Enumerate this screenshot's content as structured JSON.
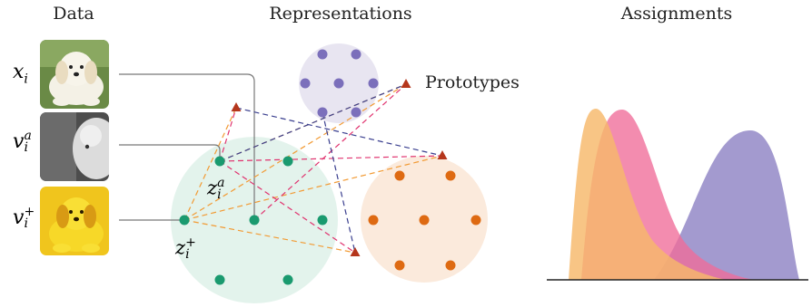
{
  "headings": {
    "data": "Data",
    "representations": "Representations",
    "assignments": "Assignments"
  },
  "data_column": {
    "rows": [
      {
        "base": "x",
        "sub": "i",
        "sup": "",
        "image": "dog-photo-original"
      },
      {
        "base": "v",
        "sub": "i",
        "sup": "a",
        "image": "dog-photo-grayscale-crop"
      },
      {
        "base": "v",
        "sub": "i",
        "sup": "+",
        "image": "dog-photo-yellow-tint"
      }
    ]
  },
  "representation_labels": {
    "z_anchor": {
      "base": "z",
      "sub": "i",
      "sup": "a"
    },
    "z_positive": {
      "base": "z",
      "sub": "i",
      "sup": "+"
    }
  },
  "legend": {
    "prototypes_label": "Prototypes",
    "marker_icon": "triangle-icon"
  },
  "colors": {
    "purple_cluster": "#e8e5f1",
    "purple_point": "#7b6fbb",
    "green_cluster": "#e3f3ec",
    "green_point": "#1a9a6f",
    "orange_cluster": "#fbeadc",
    "orange_point": "#de6a12",
    "prototype": "#b5361c",
    "link_orange": "#f29a33",
    "link_pink": "#e0326e",
    "link_navy": "#3a3f8f",
    "connector": "#777777",
    "dist_orange": "#f7b86a",
    "dist_pink": "#f06b99",
    "dist_purple": "#8f84c4"
  },
  "distributions": [
    {
      "name": "orange",
      "shape": "skewed-left peak",
      "peak_position": 0.19,
      "relative_height": 0.92
    },
    {
      "name": "pink",
      "shape": "skewed-left peak",
      "peak_position": 0.3,
      "relative_height": 0.91
    },
    {
      "name": "purple",
      "shape": "skewed-right peak",
      "peak_position": 0.81,
      "relative_height": 0.79
    }
  ]
}
